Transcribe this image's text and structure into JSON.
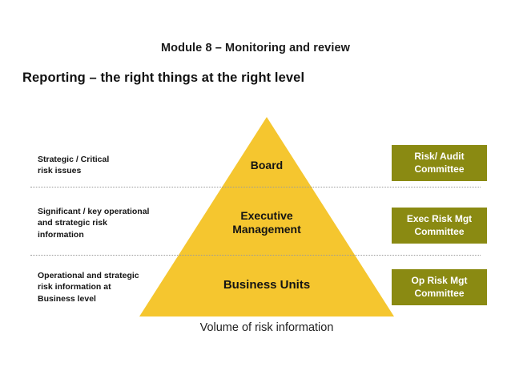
{
  "slide": {
    "module_title": "Module 8 – Monitoring and review",
    "slide_title": "Reporting – the right things at the right level",
    "caption": "Volume of risk information",
    "background": "#ffffff"
  },
  "colors": {
    "pyramid_fill": "#F5C62F",
    "committee_fill": "#8A8A12",
    "committee_text": "#ffffff",
    "divider": "#9a9a9a",
    "body_text": "#151515"
  },
  "pyramid": {
    "tiers": [
      {
        "label": "Board"
      },
      {
        "label": "Executive\nManagement",
        "line1": "Executive",
        "line2": "Management"
      },
      {
        "label": "Business Units"
      }
    ]
  },
  "left_notes": [
    {
      "line1": "Strategic / Critical",
      "line2": "risk issues",
      "line3": ""
    },
    {
      "line1": "Significant / key operational",
      "line2": "and strategic risk",
      "line3": "information"
    },
    {
      "line1": "Operational and strategic",
      "line2": "risk information at",
      "line3": "Business level"
    }
  ],
  "committees": [
    {
      "line1": "Risk/ Audit",
      "line2": "Committee"
    },
    {
      "line1": "Exec Risk Mgt",
      "line2": "Committee"
    },
    {
      "line1": "Op Risk Mgt",
      "line2": "Committee"
    }
  ]
}
